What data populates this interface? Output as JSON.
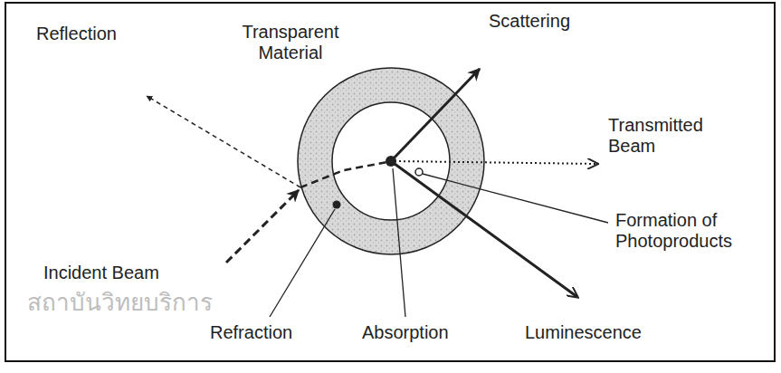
{
  "diagram": {
    "labels": [
      "Reflection",
      "Transparent Material",
      "Scattering",
      "Transmitted Beam",
      "Incident Beam",
      "Formation of Photoproducts",
      "Refraction",
      "Absorption",
      "Luminescence",
      "สถาบันวิทยบริการ"
    ]
  }
}
